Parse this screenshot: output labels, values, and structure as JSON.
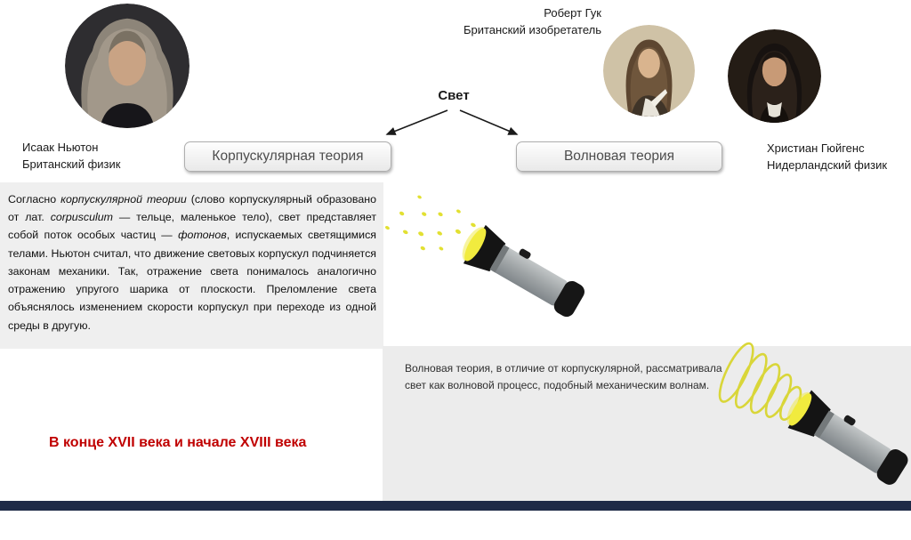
{
  "slide": {
    "root_label": "Свет",
    "left_theory": "Корпускулярная теория",
    "right_theory": "Волновая теория",
    "era_title": "В конце XVII века и начале XVIII века"
  },
  "persons": {
    "newton": {
      "name": "Исаак Ньютон",
      "role": "Британский физик"
    },
    "hooke": {
      "name": "Роберт Гук",
      "role": "Британский изобретатель"
    },
    "huygens": {
      "name": "Христиан Гюйгенс",
      "role": "Нидерландский физик"
    }
  },
  "corpuscular": {
    "seg1": "Согласно ",
    "seg2_italic": "корпускулярной теории",
    "seg3": " (слово корпускулярный образовано от лат. ",
    "seg4_italic": "corpusculum",
    "seg5": " — тельце, маленькое тело), свет представляет собой поток особых частиц — ",
    "seg6_italic": "фотонов",
    "seg7": ", испускаемых светящимися телами. Ньютон считал, что движение световых корпускул подчиняется законам механики. Так, отражение света понималось аналогично отражению упругого шарика от плоскости. Преломление света объяснялось изменением скорости корпускул при переходе из одной среды в другую."
  },
  "wave_text": "Волновая теория, в отличие от корпускулярной, рассматривала свет как волновой процесс, подобный механическим волнам.",
  "colors": {
    "accent_red": "#c00000",
    "bottom_bar": "#1e2a47"
  }
}
